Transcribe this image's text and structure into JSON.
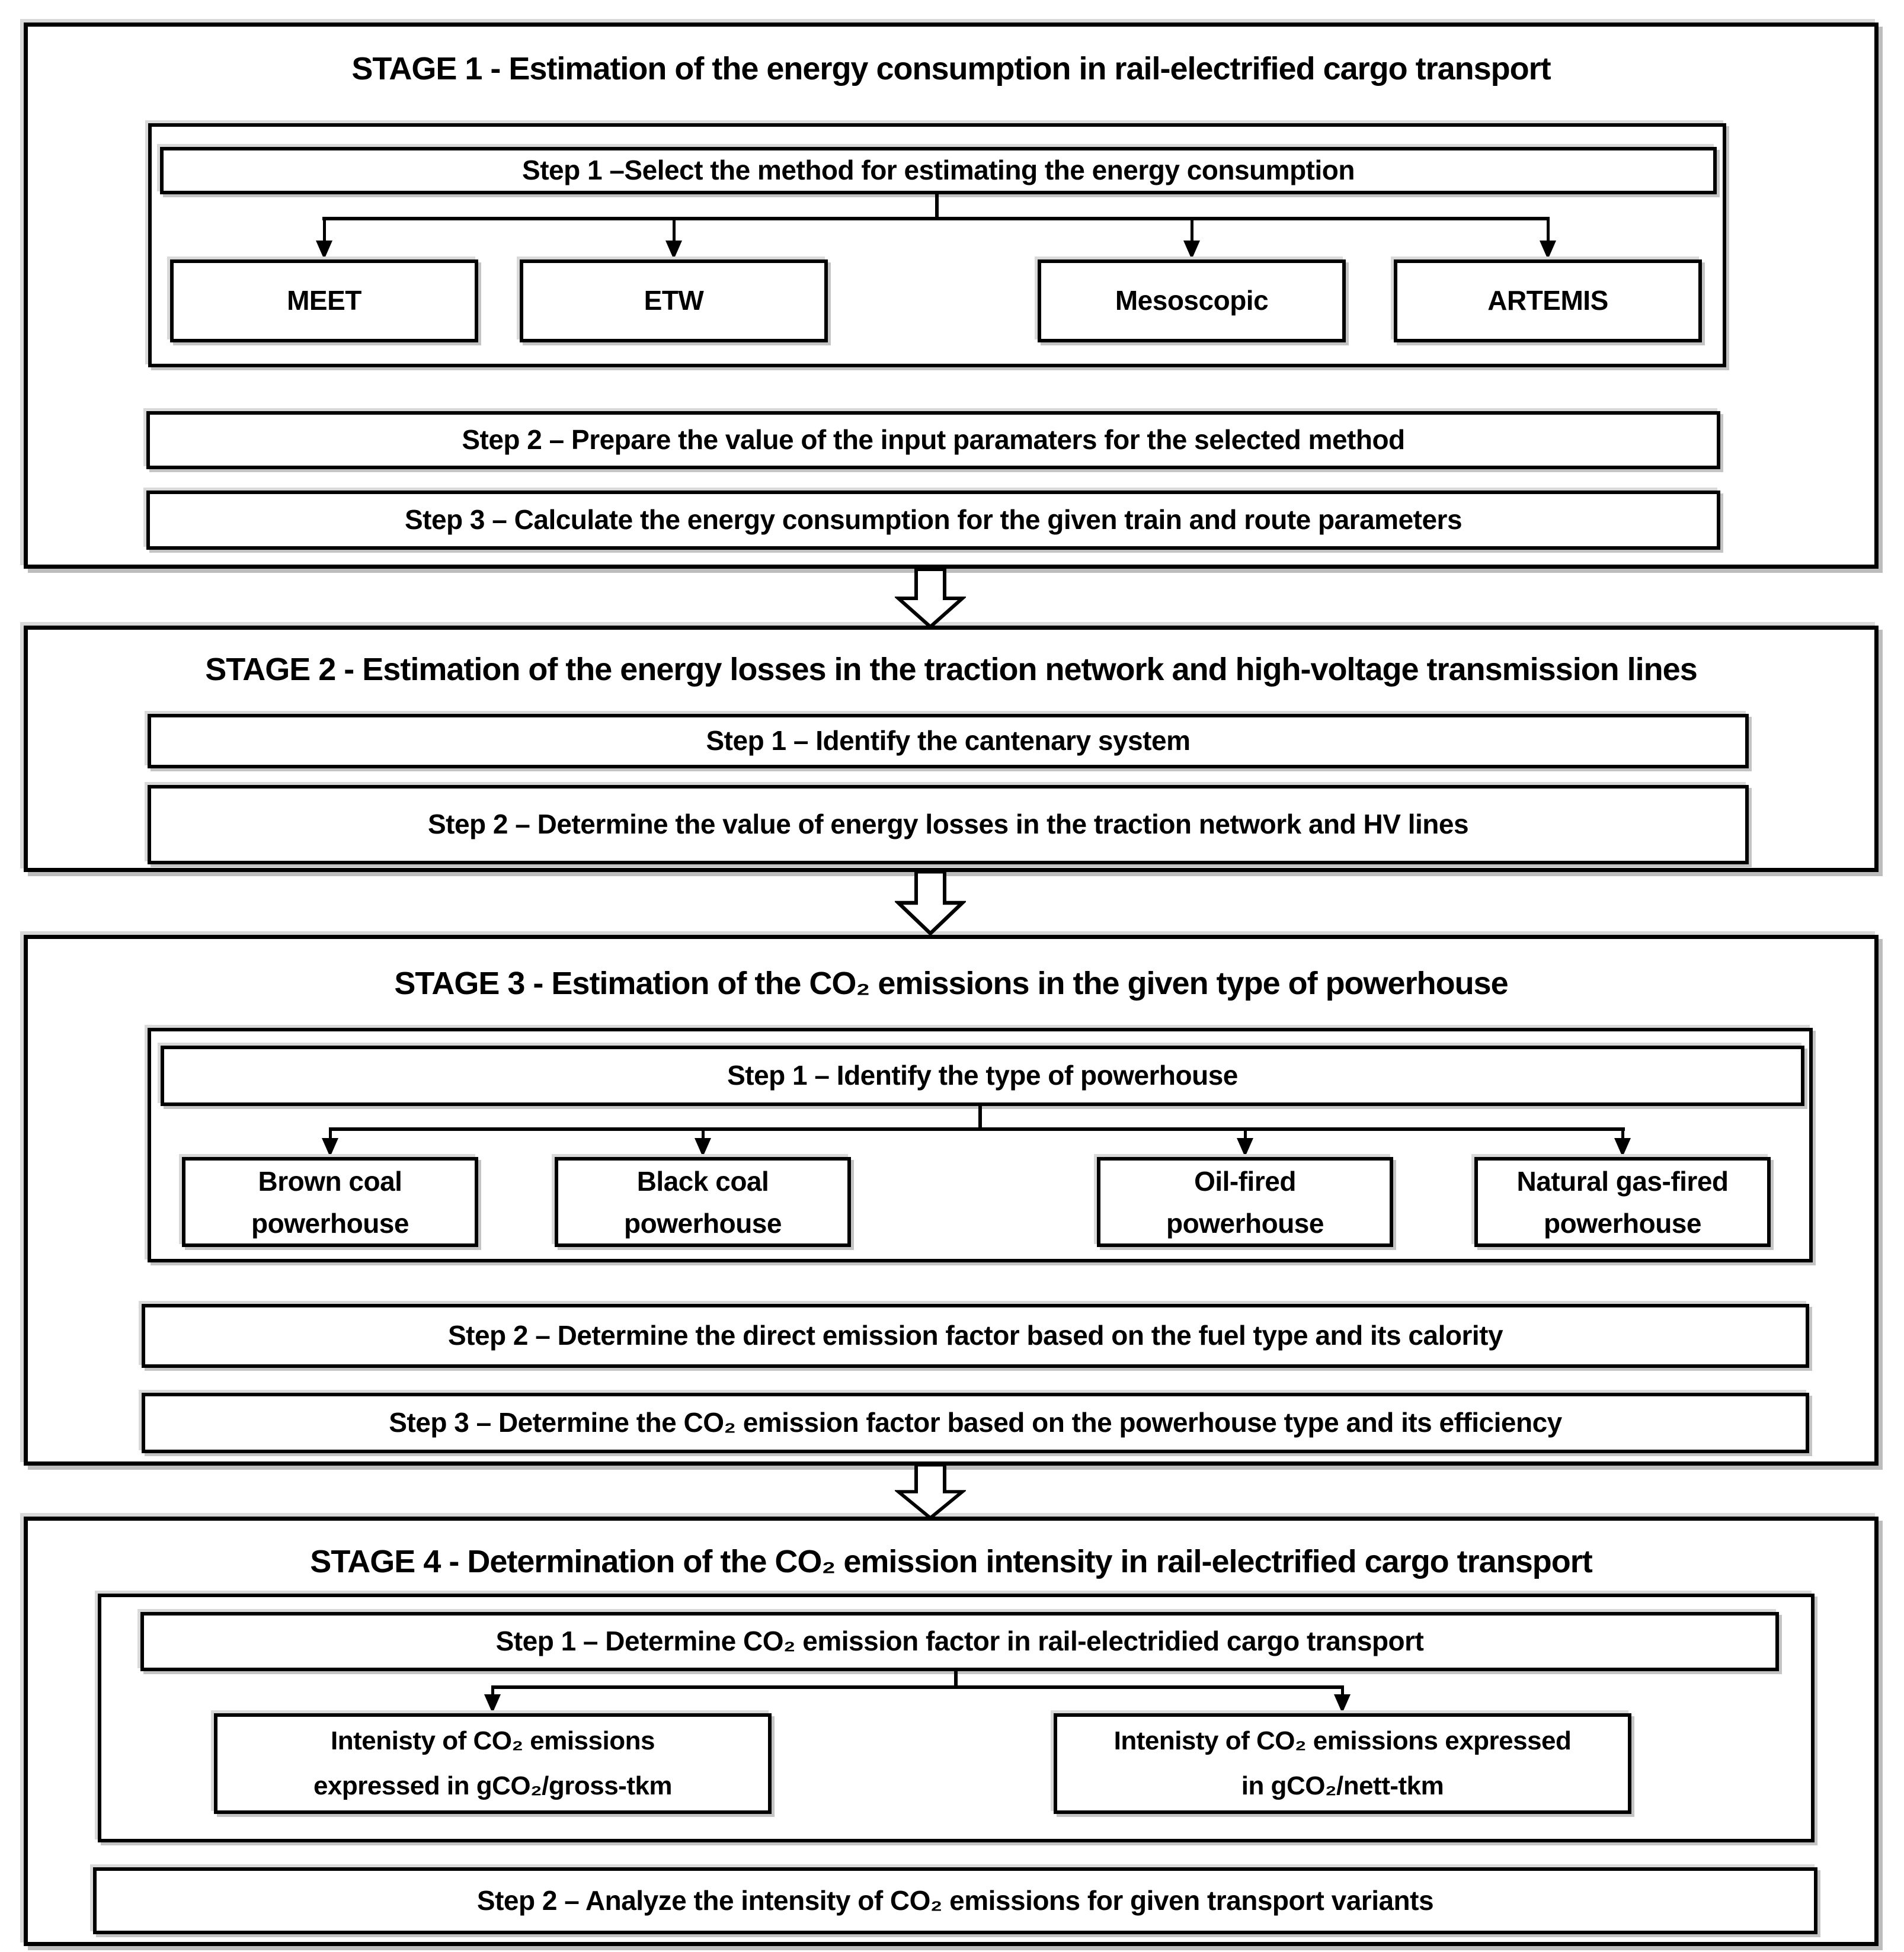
{
  "diagram": {
    "stage1": {
      "title": "STAGE 1 - Estimation of the energy consumption in rail-electrified cargo transport",
      "step1": "Step 1 –Select the method for estimating the energy consumption",
      "methods": [
        "MEET",
        "ETW",
        "Mesoscopic",
        "ARTEMIS"
      ],
      "step2": "Step 2 – Prepare the value of the input paramaters for the selected method",
      "step3": "Step 3 – Calculate the energy consumption for the given train and route parameters"
    },
    "stage2": {
      "title": "STAGE 2 - Estimation of the energy losses in the traction network and high-voltage transmission lines",
      "step1": "Step 1 – Identify the cantenary system",
      "step2": "Step 2 – Determine the value of energy losses in the traction network and HV lines"
    },
    "stage3": {
      "title": "STAGE 3 - Estimation of the CO₂ emissions in the given type of powerhouse",
      "step1": "Step 1 – Identify the type of powerhouse",
      "powerhouses": [
        {
          "line1": "Brown coal",
          "line2": "powerhouse"
        },
        {
          "line1": "Black coal",
          "line2": "powerhouse"
        },
        {
          "line1": "Oil-fired",
          "line2": "powerhouse"
        },
        {
          "line1": "Natural gas-fired",
          "line2": "powerhouse"
        }
      ],
      "step2": "Step 2 – Determine the direct emission factor based on the fuel type and its calority",
      "step3": "Step 3 – Determine the CO₂ emission factor based on the powerhouse type and its efficiency"
    },
    "stage4": {
      "title": "STAGE 4 - Determination of the CO₂ emission intensity in rail-electrified cargo transport",
      "step1": "Step 1 – Determine CO₂ emission factor in rail-electridied cargo transport",
      "outputs": [
        {
          "line1": "Intenisty of CO₂ emissions",
          "line2": "expressed in gCO₂/gross-tkm"
        },
        {
          "line1": "Intenisty of CO₂ emissions expressed",
          "line2": "in gCO₂/nett-tkm"
        }
      ],
      "step2": "Step 2 – Analyze the intensity of CO₂ emissions for given transport variants"
    },
    "colors": {
      "border": "#000000",
      "background": "#ffffff",
      "shadow": "#c8c8c8"
    }
  }
}
